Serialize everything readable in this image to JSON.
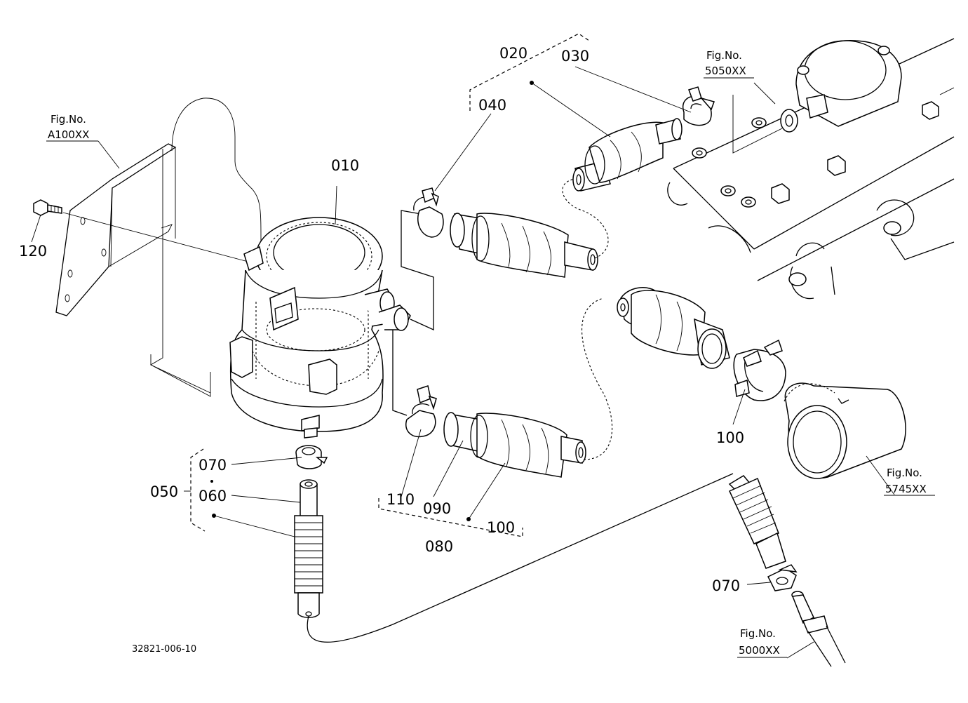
{
  "document_number": "32821-006-10",
  "parts": {
    "p010": "010",
    "p020": "020",
    "p030": "030",
    "p040": "040",
    "p050": "050",
    "p060": "060",
    "p070a": "070",
    "p070b": "070",
    "p080": "080",
    "p090": "090",
    "p100a": "100",
    "p100b": "100",
    "p110": "110",
    "p120": "120"
  },
  "figure_refs": {
    "a100": {
      "label": "Fig.No.",
      "code": "A100XX"
    },
    "f5050": {
      "label": "Fig.No.",
      "code": "5050XX"
    },
    "f5745": {
      "label": "Fig.No.",
      "code": "5745XX"
    },
    "f5000": {
      "label": "Fig.No.",
      "code": "5000XX"
    }
  }
}
